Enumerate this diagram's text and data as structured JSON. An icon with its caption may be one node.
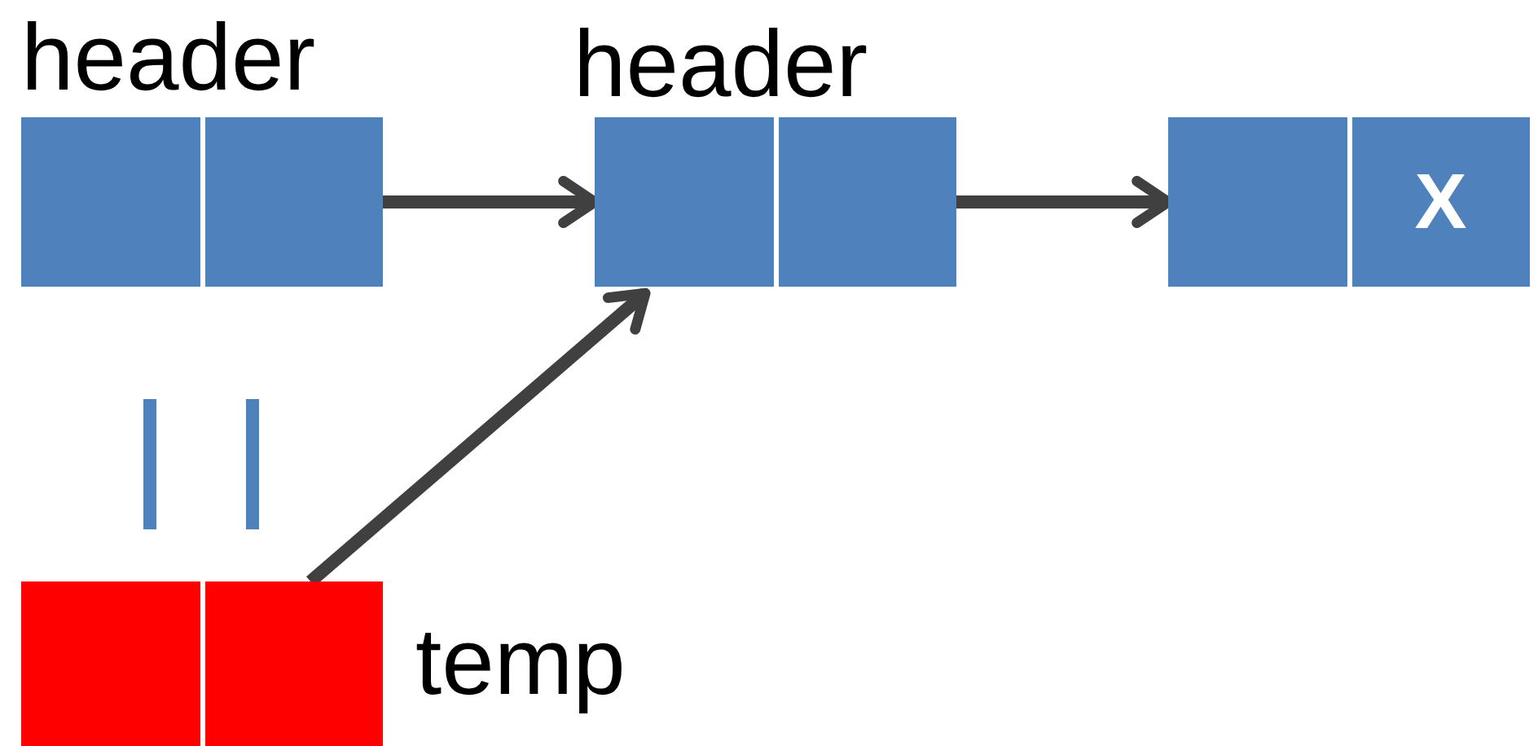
{
  "diagram": {
    "nodes": [
      {
        "text": [
          "header"
        ]
      },
      {
        "text": [
          "header"
        ]
      },
      {
        "text": [
          "X"
        ]
      },
      {
        "text": [],
        "shape": "box",
        "beside": [
          "temp"
        ]
      }
    ],
    "edges": [
      {
        "from": 0,
        "to": 1,
        "arrow": "to"
      },
      {
        "from": 1,
        "to": 2,
        "arrow": "to"
      },
      {
        "from": 3,
        "to": 1,
        "arrow": "to"
      }
    ]
  }
}
